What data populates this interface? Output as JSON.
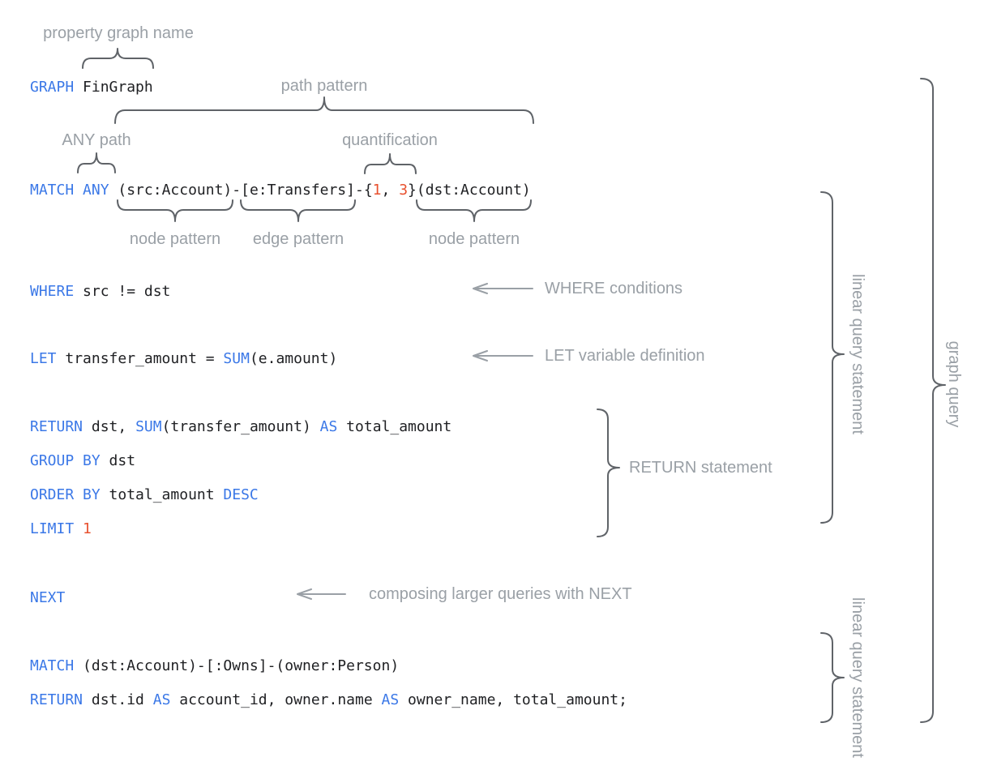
{
  "title": "graph query syntax diagram",
  "colors": {
    "background": "#ffffff",
    "keyword": "#3B78E7",
    "number": "#E8512F",
    "code": "#202124",
    "label": "#9AA0A6",
    "brace": "#5F6368"
  },
  "code": {
    "lines": [
      {
        "name": "graph-line",
        "segments": [
          {
            "text": "GRAPH",
            "type": "keyword"
          },
          {
            "text": " FinGraph",
            "type": "plain"
          }
        ]
      },
      {
        "name": "match-line",
        "segments": [
          {
            "text": "MATCH ANY",
            "type": "keyword"
          },
          {
            "text": " (src:Account)-[e:Transfers]-{",
            "type": "plain"
          },
          {
            "text": "1",
            "type": "number"
          },
          {
            "text": ", ",
            "type": "plain"
          },
          {
            "text": "3",
            "type": "number"
          },
          {
            "text": "}(dst:Account)",
            "type": "plain"
          }
        ]
      },
      {
        "name": "where-line",
        "segments": [
          {
            "text": "WHERE",
            "type": "keyword"
          },
          {
            "text": " src != dst",
            "type": "plain"
          }
        ]
      },
      {
        "name": "let-line",
        "segments": [
          {
            "text": "LET",
            "type": "keyword"
          },
          {
            "text": " transfer_amount = ",
            "type": "plain"
          },
          {
            "text": "SUM",
            "type": "keyword"
          },
          {
            "text": "(e.amount)",
            "type": "plain"
          }
        ]
      },
      {
        "name": "return-line",
        "segments": [
          {
            "text": "RETURN",
            "type": "keyword"
          },
          {
            "text": " dst, ",
            "type": "plain"
          },
          {
            "text": "SUM",
            "type": "keyword"
          },
          {
            "text": "(transfer_amount) ",
            "type": "plain"
          },
          {
            "text": "AS",
            "type": "keyword"
          },
          {
            "text": " total_amount",
            "type": "plain"
          }
        ]
      },
      {
        "name": "group-by-line",
        "segments": [
          {
            "text": "GROUP BY",
            "type": "keyword"
          },
          {
            "text": " dst",
            "type": "plain"
          }
        ]
      },
      {
        "name": "order-by-line",
        "segments": [
          {
            "text": "ORDER BY",
            "type": "keyword"
          },
          {
            "text": " total_amount ",
            "type": "plain"
          },
          {
            "text": "DESC",
            "type": "keyword"
          }
        ]
      },
      {
        "name": "limit-line",
        "segments": [
          {
            "text": "LIMIT",
            "type": "keyword"
          },
          {
            "text": " ",
            "type": "plain"
          },
          {
            "text": "1",
            "type": "number"
          }
        ]
      },
      {
        "name": "next-line",
        "segments": [
          {
            "text": "NEXT",
            "type": "keyword"
          }
        ]
      },
      {
        "name": "match-owns-line",
        "segments": [
          {
            "text": "MATCH",
            "type": "keyword"
          },
          {
            "text": " (dst:Account)-[:Owns]-(owner:Person)",
            "type": "plain"
          }
        ]
      },
      {
        "name": "return-final-line",
        "segments": [
          {
            "text": "RETURN",
            "type": "keyword"
          },
          {
            "text": " dst.id ",
            "type": "plain"
          },
          {
            "text": "AS",
            "type": "keyword"
          },
          {
            "text": " account_id, owner.name ",
            "type": "plain"
          },
          {
            "text": "AS",
            "type": "keyword"
          },
          {
            "text": " owner_name, total_amount;",
            "type": "plain"
          }
        ]
      }
    ]
  },
  "annotations": {
    "property_graph_name": "property graph name",
    "path_pattern": "path pattern",
    "any_path": "ANY path",
    "quantification": "quantification",
    "node_pattern_left": "node pattern",
    "edge_pattern": "edge pattern",
    "node_pattern_right": "node pattern",
    "where_conditions": "WHERE conditions",
    "let_variable_definition": "LET variable definition",
    "return_statement": "RETURN statement",
    "next_note": "composing larger queries with NEXT",
    "linear_query_statement_top": "linear query statement",
    "linear_query_statement_bottom": "linear query statement",
    "graph_query": "graph query"
  }
}
